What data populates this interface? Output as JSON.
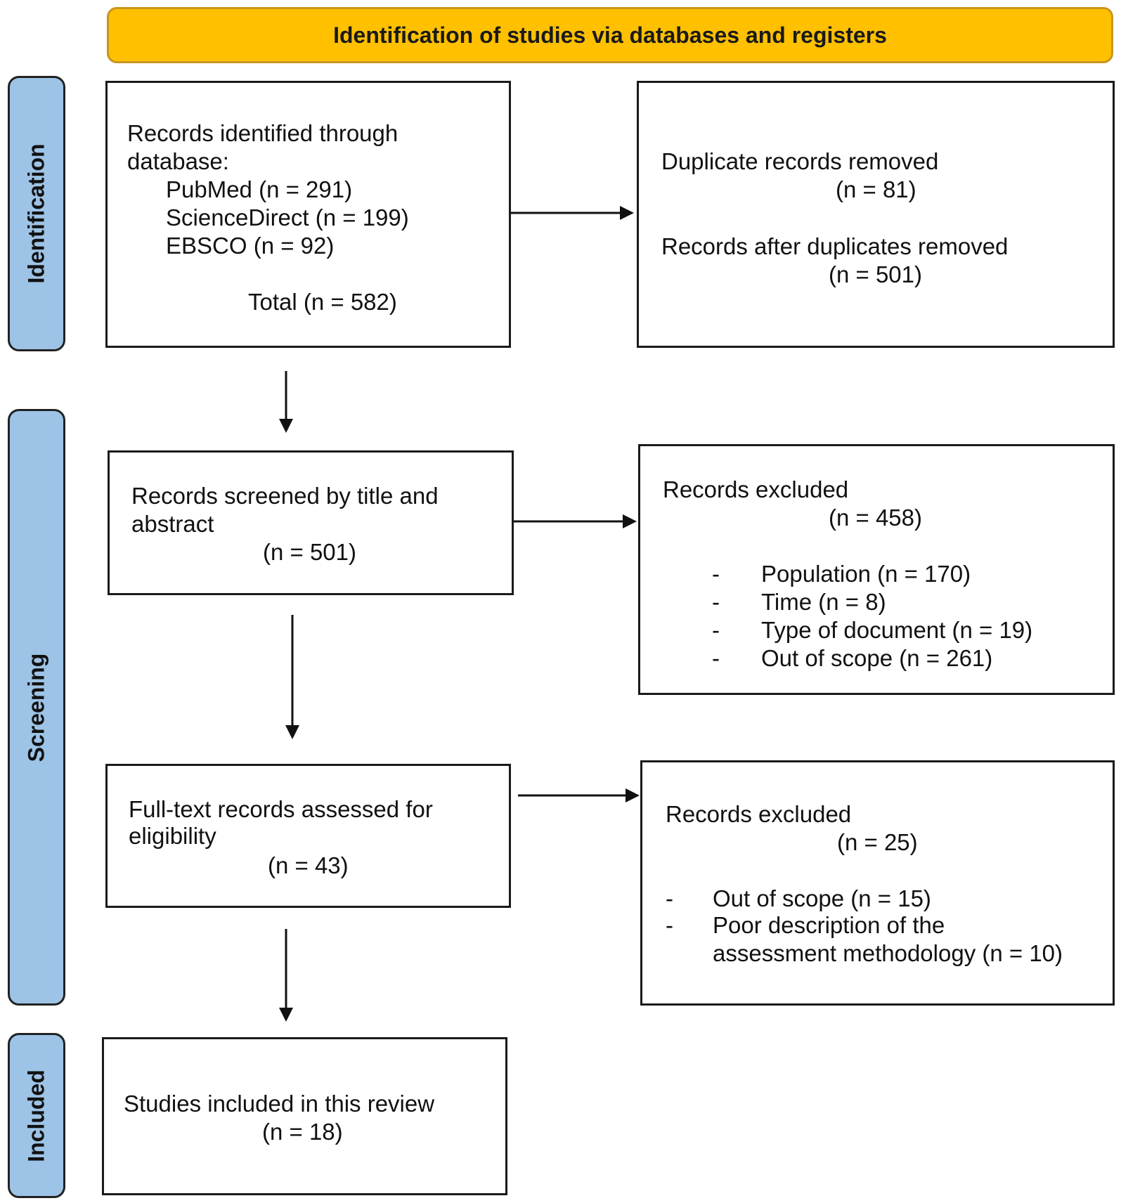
{
  "header": {
    "title": "Identification of studies via databases and registers"
  },
  "phases": {
    "identification": "Identification",
    "screening": "Screening",
    "included": "Included"
  },
  "identified": {
    "line1": "Records identified through",
    "line2": "database:",
    "sources": [
      "PubMed (n = 291)",
      "ScienceDirect (n = 199)",
      "EBSCO (n = 92)"
    ],
    "total": "Total (n = 582)"
  },
  "duplicates": {
    "removed_label": "Duplicate records removed",
    "removed_count": "(n = 81)",
    "after_label": "Records after duplicates removed",
    "after_count": "(n = 501)"
  },
  "screened": {
    "line1": "Records screened by title and",
    "line2": "abstract",
    "count": "(n = 501)"
  },
  "excluded_screening": {
    "label": "Records excluded",
    "count": "(n = 458)",
    "bullet": "-",
    "reasons": [
      "Population (n = 170)",
      "Time (n = 8)",
      "Type of document (n = 19)",
      "Out of scope (n = 261)"
    ]
  },
  "fulltext": {
    "line1": "Full-text records assessed for",
    "line2": "eligibility",
    "count": "(n = 43)"
  },
  "excluded_fulltext": {
    "label": "Records excluded",
    "count": "(n = 25)",
    "bullet": "-",
    "reasons": [
      "Out of scope (n = 15)",
      "Poor description of the"
    ],
    "reason_continuation": "assessment methodology (n = 10)"
  },
  "included": {
    "line1": "Studies included in this review",
    "count": "(n = 18)"
  }
}
